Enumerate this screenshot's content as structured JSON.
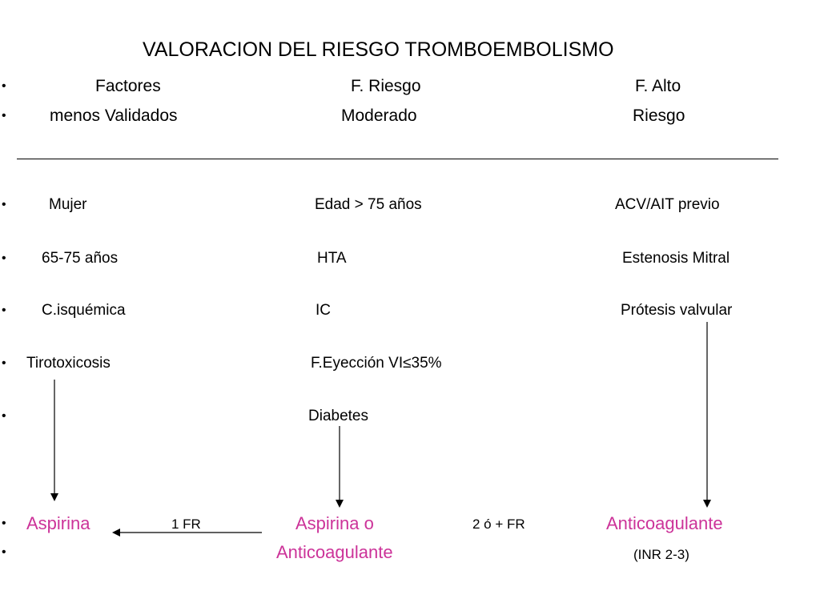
{
  "title": "VALORACION DEL RIESGO TROMBOEMBOLISMO",
  "bullet_char": "•",
  "header": {
    "col1_line1": "Factores",
    "col1_line2": "menos Validados",
    "col2_line1": "F. Riesgo",
    "col2_line2": "Moderado",
    "col3_line1": "F. Alto",
    "col3_line2": "Riesgo"
  },
  "rows": {
    "r1": {
      "c1": "Mujer",
      "c2": "Edad > 75 años",
      "c3": "ACV/AIT previo"
    },
    "r2": {
      "c1": "65-75 años",
      "c2": "HTA",
      "c3": "Estenosis Mitral"
    },
    "r3": {
      "c1": "C.isquémica",
      "c2": "IC",
      "c3": "Prótesis valvular"
    },
    "r4": {
      "c1": "Tirotoxicosis",
      "c2": "F.Eyección VI≤35%"
    },
    "r5": {
      "c2": "Diabetes"
    }
  },
  "result": {
    "aspirina": "Aspirina",
    "one_fr": "1 FR",
    "aspirina_o": "Aspirina  o",
    "two_fr": "2 ó + FR",
    "anticoagulante_right": "Anticoagulante",
    "anticoagulante_middle": "Anticoagulante",
    "inr": "(INR 2-3)"
  },
  "colors": {
    "accent": "#cc3399",
    "text": "#000000"
  }
}
